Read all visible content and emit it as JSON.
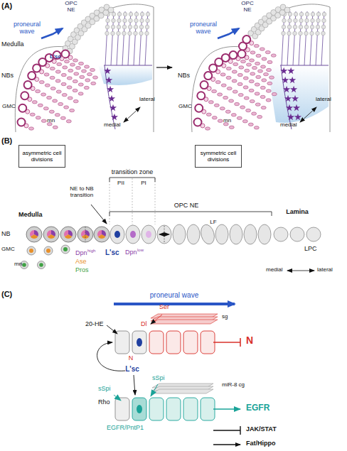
{
  "diagram": {
    "nodes": [
      {
        "text": [
          "asymmetric cell divisions"
        ]
      },
      {
        "text": [
          "symmetric cell divisions"
        ]
      }
    ],
    "labels": [
      "(A)",
      "OPC",
      "NE",
      "proneural wave",
      "Medulla",
      "L'sc",
      "NBs",
      "GMC",
      "mn",
      "lateral",
      "medial",
      "OPC",
      "NE",
      "proneural wave",
      "NBs",
      "GMC",
      "mn",
      "lateral",
      "medial",
      "(B)",
      "transition zone",
      "PII",
      "PI",
      "NE to NB transition",
      "OPC NE",
      "LF",
      "Medulla",
      "Lamina",
      "NB",
      "GMC",
      "mn",
      "Dpn",
      "high",
      "Ase",
      "Pros",
      "L'sc",
      "Dpn",
      "low",
      "LPC",
      "medial",
      "lateral",
      "(C)",
      "proneural wave",
      "20-HE",
      "Ser",
      "Dl",
      "sg",
      "N",
      "N",
      "L'sc",
      "sSpi",
      "sSpi",
      "miR-8 cg",
      "Rho",
      "EGFR/PntP1",
      "EGFR",
      "JAK/STAT",
      "Fat/Hippo"
    ]
  }
}
